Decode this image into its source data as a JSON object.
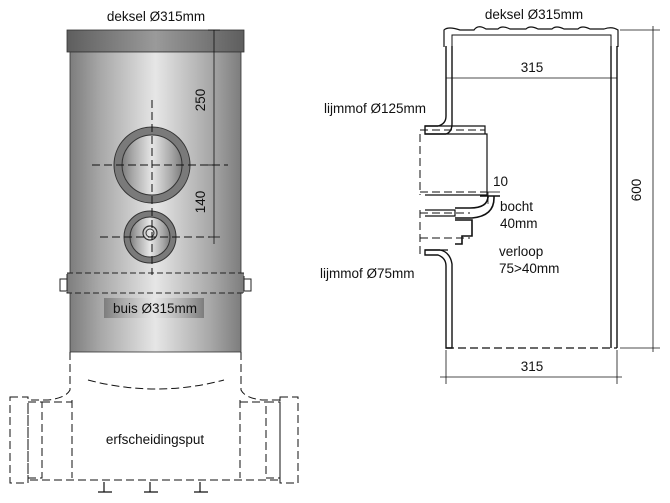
{
  "front_view": {
    "lid_label": "deksel Ø315mm",
    "pipe_label": "buis Ø315mm",
    "pit_label": "erfscheidingsput",
    "dim_upper": "250",
    "dim_lower": "140"
  },
  "section_view": {
    "lid_label": "deksel Ø315mm",
    "width_top": "315",
    "width_bottom": "315",
    "height": "600",
    "socket_125": "lijmmof Ø125mm",
    "socket_75": "lijmmof Ø75mm",
    "bend_label_1": "bocht",
    "bend_label_2": "40mm",
    "reducer_label_1": "verloop",
    "reducer_label_2": "75>40mm",
    "gap": "10"
  },
  "colors": {
    "pipe_dark": "#8a8a8a",
    "pipe_light": "#e2e2e2",
    "lid": "#6e6e6e",
    "ring": "#7a7a7a",
    "line": "#111111"
  }
}
